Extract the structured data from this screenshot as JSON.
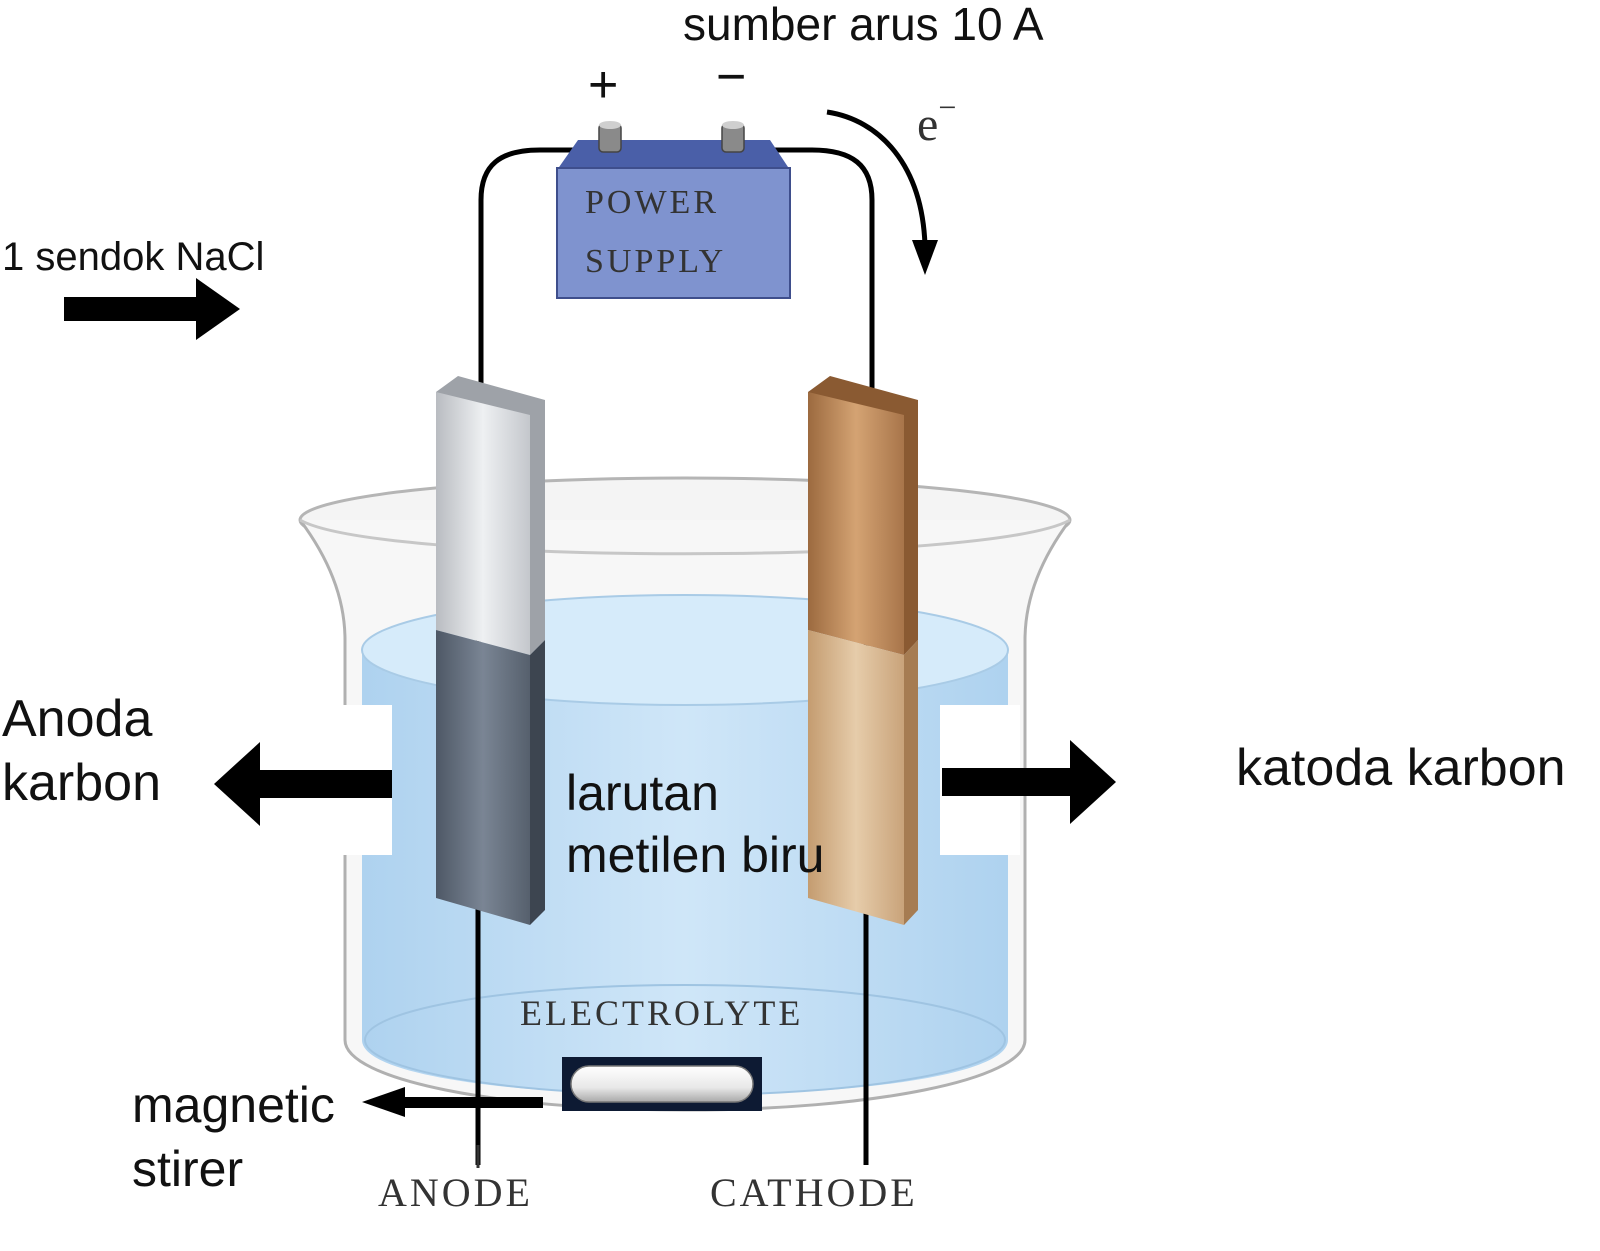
{
  "labels": {
    "power_source": "sumber arus 10 A",
    "plus": "+",
    "minus": "−",
    "electron": "e",
    "electron_sup": "−",
    "salt": "1 sendok NaCl",
    "anode_1": "Anoda",
    "anode_2": "karbon",
    "cathode": "katoda karbon",
    "solution_1": "larutan",
    "solution_2": "metilen biru",
    "stirrer_1": "magnetic",
    "stirrer_2": "stirer",
    "power_supply_1": "POWER",
    "power_supply_2": "SUPPLY",
    "electrolyte": "ELECTROLYTE",
    "anode_caption": "ANODE",
    "cathode_caption": "CATHODE"
  },
  "colors": {
    "battery": "#7f93cf",
    "battery_top": "#4a5fa8",
    "liquid": "#bcdcf3",
    "anode_above": "#cfd2d6",
    "anode_below": "#5f6a78",
    "cathode_above": "#b8865a",
    "cathode_below": "#d4b48e",
    "arrow": "#000000"
  }
}
